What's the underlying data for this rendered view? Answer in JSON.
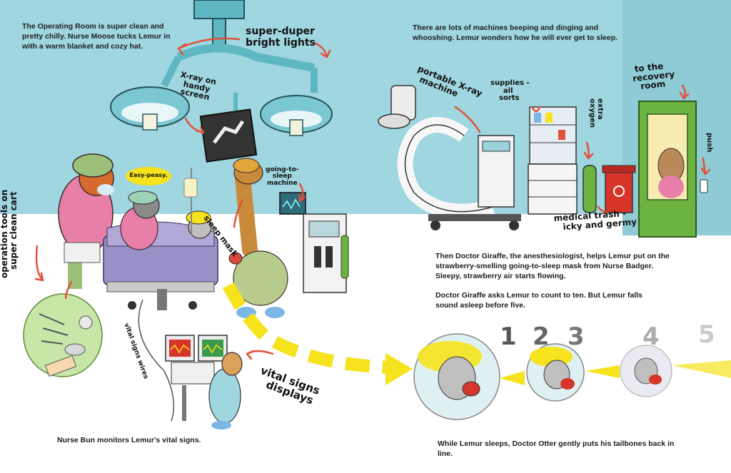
{
  "text_blocks": {
    "operating_room": "The Operating Room is super clean and pretty chilly.  Nurse Moose tucks Lemur in with a warm blanket and cozy hat.",
    "machines": "There are lots of machines beeping and dinging and whooshing. Lemur wonders how he will ever get to sleep.",
    "giraffe_mask": "Then Doctor Giraffe, the anesthesiologist, helps Lemur put on the strawberry-smelling going-to-sleep mask from Nurse Badger. Sleepy, strawberry air starts flowing.",
    "count_to_ten": "Doctor Giraffe asks Lemur to count to ten. But Lemur falls sound asleep before five.",
    "nurse_bun": "Nurse Bun monitors Lemur's vital signs.",
    "doctor_otter": "While Lemur sleeps, Doctor Otter gently puts his tailbones back in line."
  },
  "labels": {
    "lights_line1": "super-duper",
    "lights_line2": "bright lights",
    "xray_line1": "X-ray on",
    "xray_line2": "handy",
    "xray_line3": "screen",
    "speech_bubble": "Easy-peasy.",
    "going_to_sleep_line1": "going-to-",
    "going_to_sleep_line2": "sleep",
    "going_to_sleep_line3": "machine",
    "sleep_mask": "sleep mask",
    "operation_tools_line1": "operation tools on",
    "operation_tools_line2": "super clean cart",
    "vital_wires": "vital signs wires",
    "vital_displays_line1": "vital signs",
    "vital_displays_line2": "displays",
    "portable_xray_line1": "portable X-ray",
    "portable_xray_line2": "machine",
    "supplies_line1": "supplies -",
    "supplies_line2": "all",
    "supplies_line3": "sorts",
    "extra_oxygen_line1": "extra",
    "extra_oxygen_line2": "oxygen",
    "medical_trash_line1": "medical trash -",
    "medical_trash_line2": "icky and germy",
    "recovery_line1": "to the",
    "recovery_line2": "recovery",
    "recovery_line3": "room",
    "push": "push"
  },
  "count_numbers": [
    "1",
    "2",
    "3",
    "4",
    "5"
  ],
  "colors": {
    "wall": "#9fd6df",
    "floor": "#ffffff",
    "arrow_red": "#e0503a",
    "dash_yellow": "#f6e31d",
    "door_green": "#6cb43f",
    "blanket_purple": "#9a90c8",
    "lamp_teal": "#5fb7c3"
  }
}
